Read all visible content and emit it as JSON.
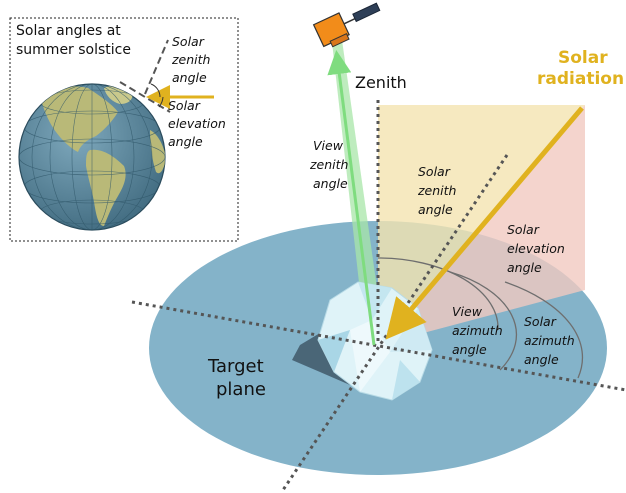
{
  "inset": {
    "title_line1": "Solar angles at",
    "title_line2": "summer solstice",
    "zenith_label": [
      "Solar",
      "zenith",
      "angle"
    ],
    "elevation_label": [
      "Solar",
      "elevation",
      "angle"
    ]
  },
  "main": {
    "zenith": "Zenith",
    "solar_radiation": [
      "Solar",
      "radiation"
    ],
    "view_zenith_angle": [
      "View",
      "zenith",
      "angle"
    ],
    "solar_zenith_angle": [
      "Solar",
      "zenith",
      "angle"
    ],
    "solar_elevation_angle": [
      "Solar",
      "elevation",
      "angle"
    ],
    "view_azimuth_angle": [
      "View",
      "azimuth",
      "angle"
    ],
    "solar_azimuth_angle": [
      "Solar",
      "azimuth",
      "angle"
    ],
    "target_plane": [
      "Target",
      "plane"
    ]
  },
  "colors": {
    "plane": "#84b3c9",
    "solar": "#e0b21f",
    "view": "#8fe08f",
    "zenith_wedge": "#f4e3b0",
    "elevation_wedge": "#f1c9c0",
    "satellite": "#f28c1a",
    "ocean": "#5e8da3",
    "land": "#b9b978"
  },
  "icons": [
    "satellite-icon",
    "iceberg-icon",
    "globe-icon"
  ]
}
